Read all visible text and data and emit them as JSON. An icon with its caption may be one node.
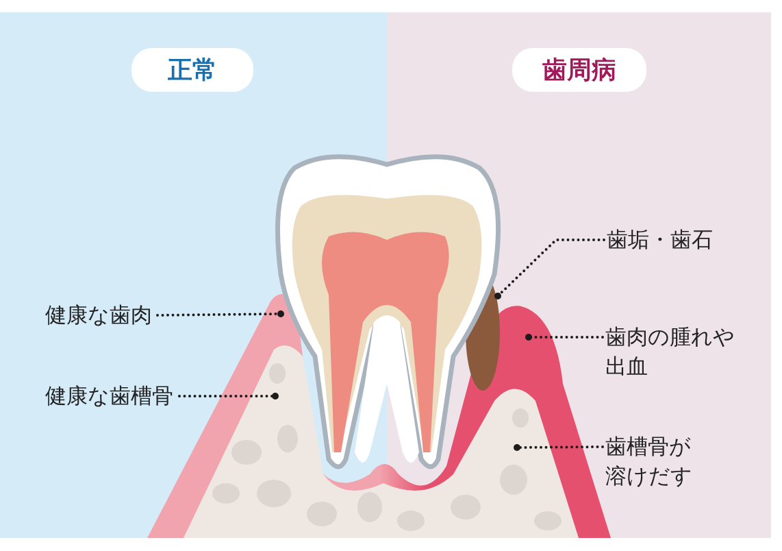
{
  "diagram": {
    "nodes": [
      {
        "text": [
          "正常"
        ]
      },
      {
        "text": [
          "歯周病"
        ]
      },
      {
        "text": [
          "健康な歯肉"
        ]
      },
      {
        "text": [
          "健康な歯槽骨"
        ]
      },
      {
        "text": [
          "歯垢・歯石"
        ]
      },
      {
        "text": [
          "歯肉の腫れや出血"
        ]
      },
      {
        "text": [
          "歯槽骨が溶けだす"
        ]
      }
    ],
    "edges": [
      {
        "from": 2,
        "to": null,
        "arrow": "other"
      },
      {
        "from": 3,
        "to": null,
        "arrow": "other"
      },
      {
        "from": 4,
        "to": null,
        "arrow": "other"
      },
      {
        "from": 5,
        "to": null,
        "arrow": "other"
      },
      {
        "from": 6,
        "to": null,
        "arrow": "other"
      }
    ]
  }
}
